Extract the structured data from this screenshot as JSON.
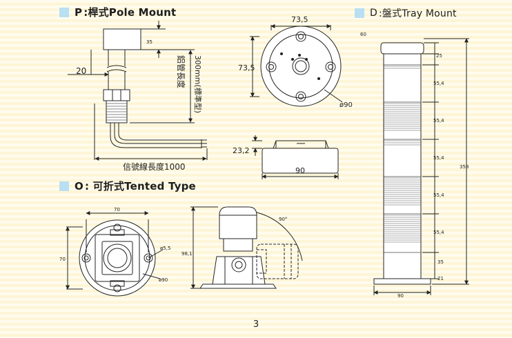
{
  "sections": {
    "pole_mount": {
      "code": "P",
      "label": ":桿式Pole Mount"
    },
    "tray_mount": {
      "code": "D",
      "label": ":盤式Tray Mount"
    },
    "tented_type": {
      "code": "O",
      "label": ": 可折式Tented Type"
    }
  },
  "pole_dims": {
    "d35": "35",
    "d20": "20",
    "pipe_length": "鋁管長度",
    "length_300": "300mm(標準型)",
    "cable_length": "信號線長度1000"
  },
  "top_view_dims": {
    "width": "73,5",
    "height": "73,5",
    "diameter": "ø90"
  },
  "side_view_dims": {
    "height": "23,2",
    "width": "90"
  },
  "tented_dims": {
    "width": "70",
    "height": "70",
    "hole": "ø5,5",
    "diameter": "ø90",
    "total_height": "98,1",
    "angle": "90°"
  },
  "tray_dims": {
    "top": "60",
    "seg1": "25",
    "seg2": "55,4",
    "seg3": "55,4",
    "seg4": "55,4",
    "seg5": "55,4",
    "seg6": "55,4",
    "seg7": "35",
    "base": "21",
    "total": "358",
    "width": "90"
  },
  "page_number": "3"
}
